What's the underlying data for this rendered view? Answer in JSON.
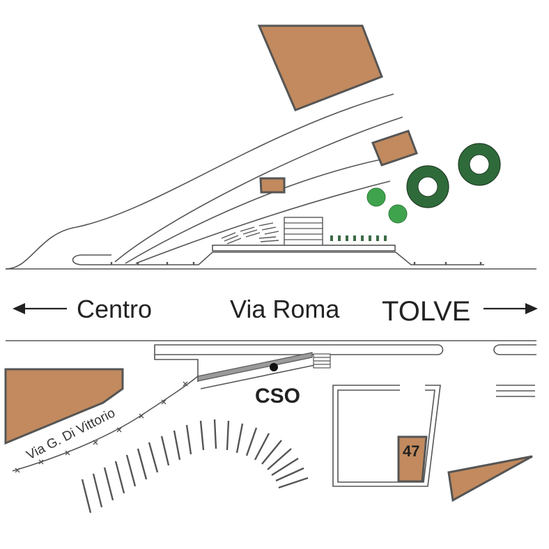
{
  "map": {
    "direction_left": "Centro",
    "street_main": "Via Roma",
    "direction_right": "TOLVE",
    "street_secondary": "Via G. Di Vittorio",
    "stop_label": "CSO",
    "building_number": "47"
  },
  "colors": {
    "building_fill": "#c28a5e",
    "outline": "#555555",
    "tree_dark": "#2f6b3a",
    "tree_light": "#3fa34d",
    "background": "#ffffff"
  },
  "icons": [
    "arrow-left-icon",
    "arrow-right-icon",
    "bus-stop-dot-icon",
    "tree-icon"
  ]
}
